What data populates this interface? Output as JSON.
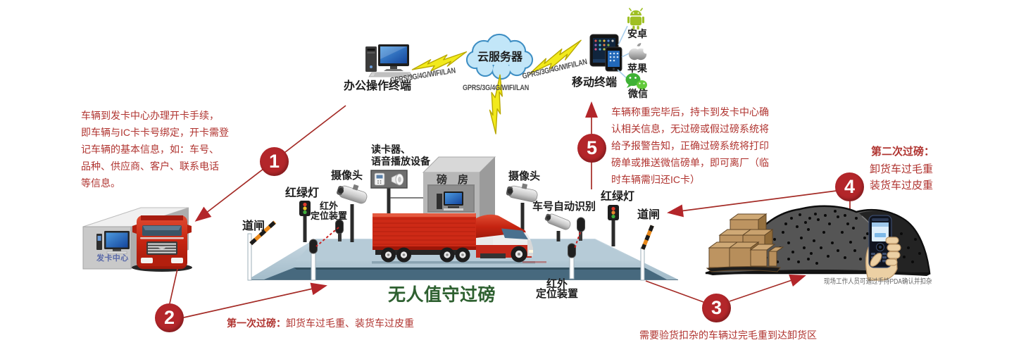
{
  "title": {
    "text": "无人值守过磅"
  },
  "network": {
    "cloud_label": "云服务器",
    "office_terminal_label": "办公操作终端",
    "mobile_terminal_label": "移动终端",
    "link_label_left": "GPRS/3G/4G/WIFI/LAN",
    "link_label_middle": "GPRS/3G/4G/WIFI/LAN",
    "link_label_right": "GPRS/3G/4G/WIFI/LAN",
    "apps": [
      {
        "icon": "android",
        "label": "安卓"
      },
      {
        "icon": "apple",
        "label": "苹果"
      },
      {
        "icon": "wechat",
        "label": "微信"
      }
    ]
  },
  "steps": [
    {
      "num": "1",
      "lines": [
        "车辆到发卡中心办理开卡手续，",
        "即车辆与IC卡卡号绑定，开卡需登",
        "记车辆的基本信息，如：车号、",
        "品种、供应商、客户、联系电话",
        "等信息。"
      ]
    },
    {
      "num": "2",
      "head": "第一次过磅：",
      "rest": "卸货车过毛重、装货车过皮重"
    },
    {
      "num": "3",
      "note": "需要验货扣杂的车辆过完毛重到达卸货区"
    },
    {
      "num": "4",
      "head": "第二次过磅：",
      "lines": [
        "卸货车过毛重",
        "装货车过皮重"
      ]
    },
    {
      "num": "5",
      "lines": [
        "车辆称重完毕后，持卡到发卡中心确",
        "认相关信息，无过磅或假过磅系统将",
        "给予报警告知，正确过磅系统将打印",
        "磅单或推送微信磅单，即可离厂（临",
        "时车辆需归还IC卡）"
      ]
    }
  ],
  "site": {
    "card_center": "发卡中心",
    "barrier_left": "道闸",
    "barrier_right": "道闸",
    "traffic_light_left": "红绿灯",
    "traffic_light_right": "红绿灯",
    "camera_left": "摄像头",
    "camera_right": "摄像头",
    "anpr_label": "车号自动识别",
    "reader_line1": "读卡器、",
    "reader_line2": "语音播放设备",
    "weigh_house": "磅　房",
    "ir_left_line1": "红外",
    "ir_left_line2": "定位装置",
    "ir_right_line1": "红外",
    "ir_right_line2": "定位装置",
    "pda_note": "现场工作人员可通过手持PDA确认并扣杂"
  },
  "colors": {
    "accent_red": "#b3262a",
    "title_green": "#2e6030",
    "cloud_blue": "#c2e6f8",
    "bolt_yellow": "#f6ee1e",
    "platform_top": "#b9cdd9",
    "platform_face": "#47697e"
  }
}
